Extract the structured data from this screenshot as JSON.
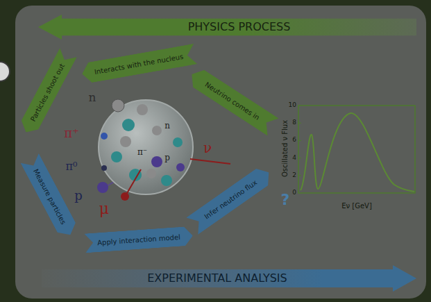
{
  "diagram": {
    "nodes": [
      {
        "text": [
          "PHYSICS PROCESS"
        ]
      },
      {
        "text": [
          "Particles shoot out"
        ]
      },
      {
        "text": [
          "Interacts with the nucleus"
        ]
      },
      {
        "text": [
          "Neutrino comes in"
        ]
      },
      {
        "text": [
          "Measure particles"
        ]
      },
      {
        "text": [
          "Apply interaction model"
        ]
      },
      {
        "text": [
          "Infer neutrino flux"
        ]
      },
      {
        "text": [
          "EXPERIMENTAL ANALYSIS"
        ]
      }
    ],
    "labels": [
      "n",
      "π⁺",
      "π⁰",
      "p",
      "μ",
      "ν",
      "n",
      "p",
      "π⁻",
      "10",
      "8",
      "6",
      "4",
      "2",
      "0",
      "Oscillated ν Flux",
      "Eν [GeV]",
      "?"
    ]
  }
}
